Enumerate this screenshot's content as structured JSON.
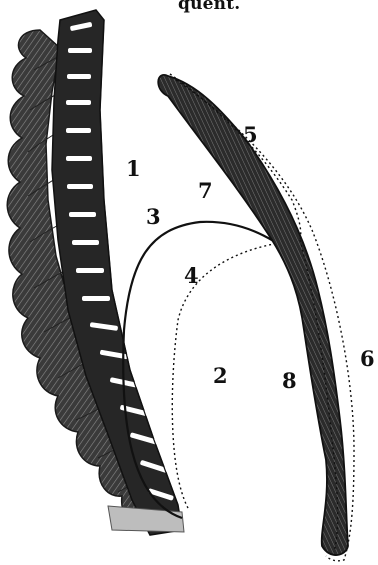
{
  "figure": {
    "caption_fragment": "quent.",
    "labels": [
      "1",
      "2",
      "3",
      "4",
      "5",
      "6",
      "7",
      "8"
    ],
    "colors": {
      "ink": "#111111",
      "spine_fill": "#2a2a2a",
      "paper": "#ffffff"
    }
  }
}
